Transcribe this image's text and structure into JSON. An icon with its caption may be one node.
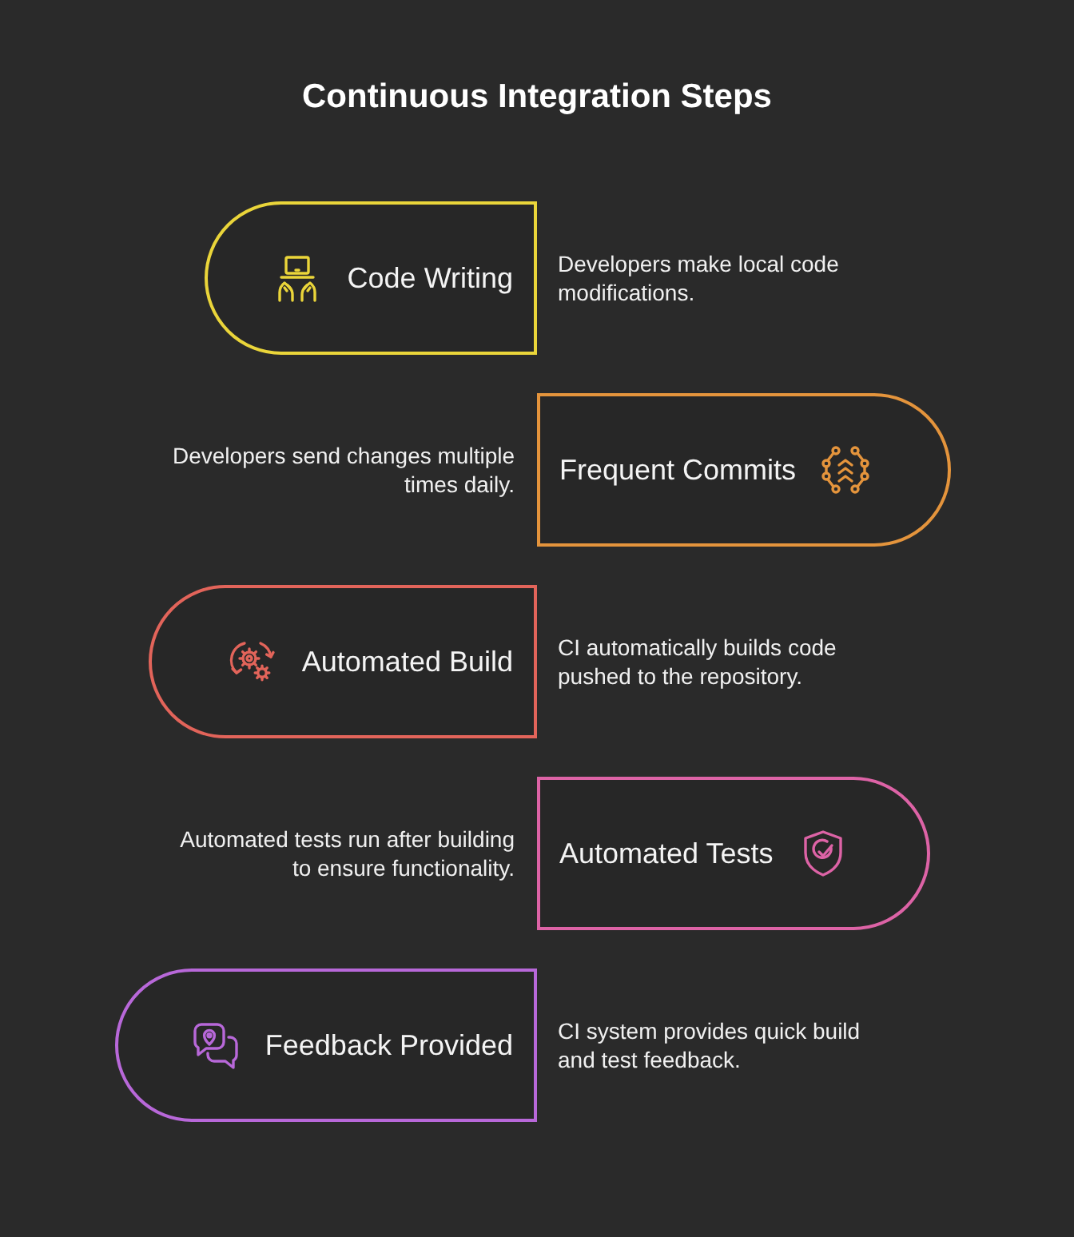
{
  "diagram": {
    "title": "Continuous Integration Steps",
    "nodes": [
      {
        "text": [
          "Code Writing"
        ],
        "beside": [
          "Developers make local code modifications."
        ]
      },
      {
        "text": [
          "Frequent Commits"
        ],
        "beside": [
          "Developers send changes multiple times daily."
        ]
      },
      {
        "text": [
          "Automated Build"
        ],
        "beside": [
          "CI automatically builds code pushed to the repository."
        ]
      },
      {
        "text": [
          "Automated Tests"
        ],
        "beside": [
          "Automated tests run after building to ensure functionality."
        ]
      },
      {
        "text": [
          "Feedback Provided"
        ],
        "beside": [
          "CI system provides quick build and test feedback."
        ]
      }
    ]
  }
}
